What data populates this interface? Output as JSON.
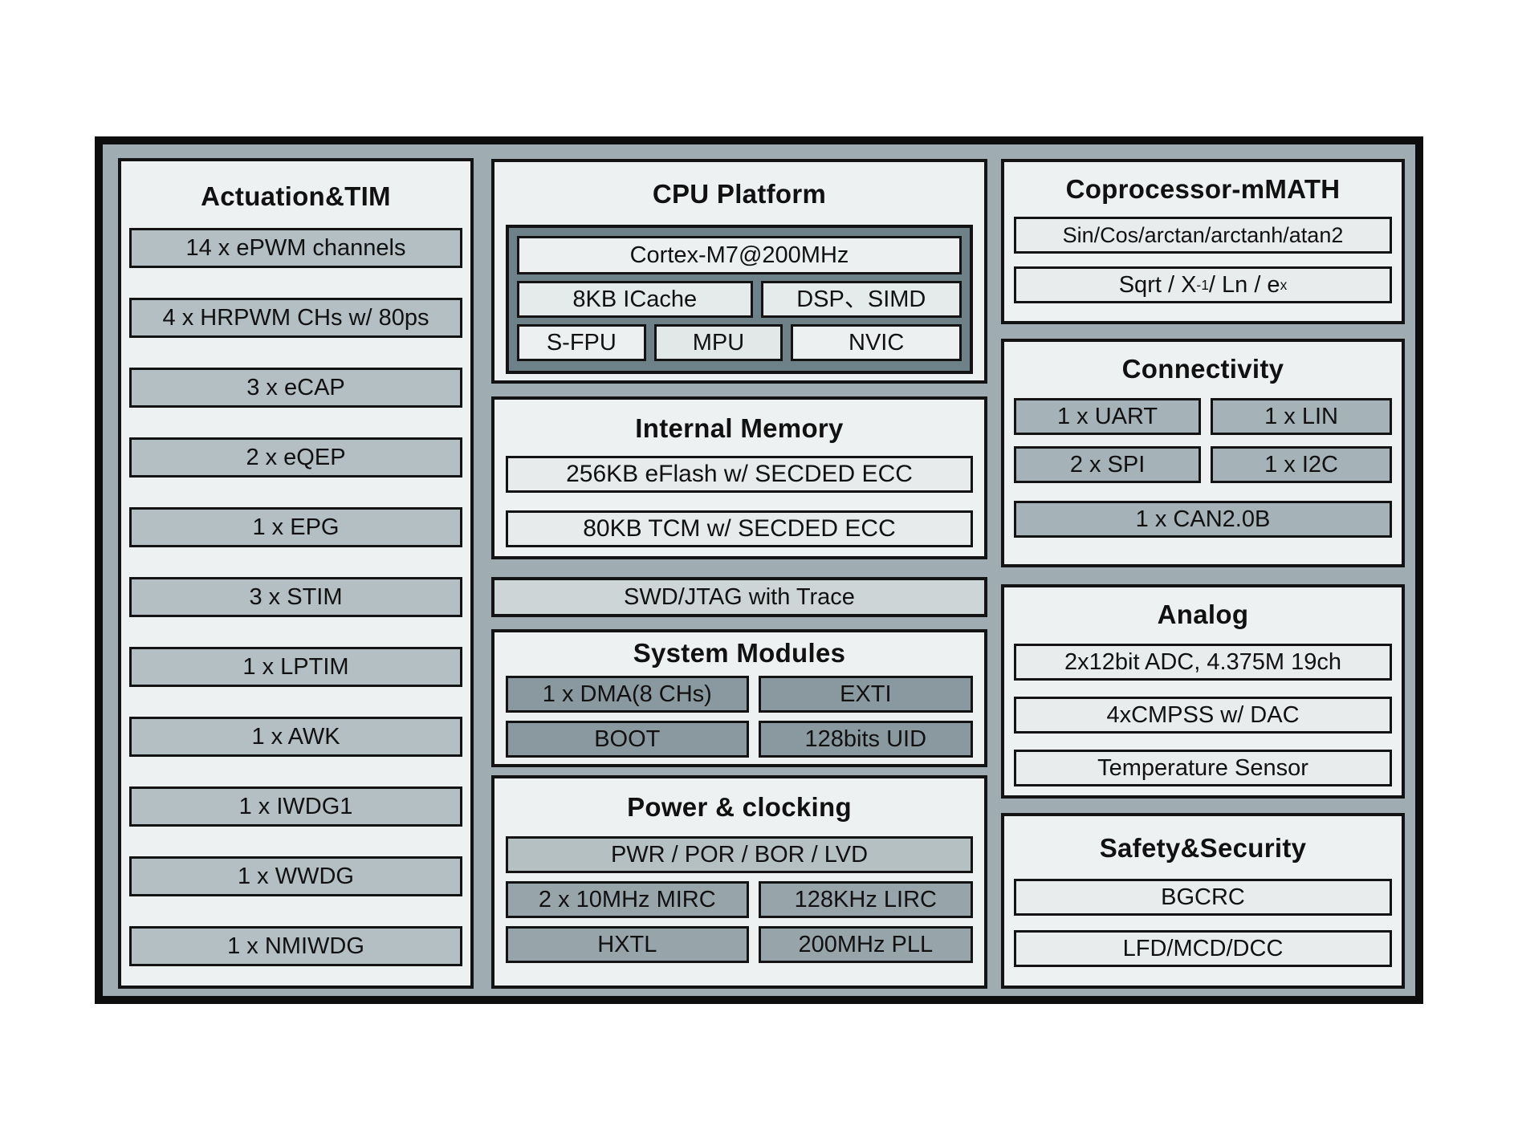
{
  "colors": {
    "page_bg": "#ffffff",
    "outer_fill": "#9fadb2",
    "outer_border": "#0d0d0d",
    "panel_bg": "#eef1f2",
    "box_border": "#131313",
    "left_row_fill": "#b3bfc3",
    "cpu_frame_fill": "#6e8088",
    "cpu_box_light": "#edf0f1",
    "cpu_box_mid": "#e5eaeb",
    "memory_row_fill": "#e7ebec",
    "swd_bar_fill": "#ced5d7",
    "system_cell_fill": "#8a99a0",
    "power_wide_fill": "#b5c0c3",
    "power_cell_fill": "#97a5ab",
    "connectivity_cell_fill": "#a5b2b7",
    "right_row_fill": "#e9eced"
  },
  "left_panel": {
    "title": "Actuation&TIM",
    "rows": [
      "14 x ePWM channels",
      "4 x HRPWM CHs w/ 80ps",
      "3 x eCAP",
      "2 x eQEP",
      "1 x EPG",
      "3 x STIM",
      "1 x LPTIM",
      "1 x AWK",
      "1 x IWDG1",
      "1 x WWDG",
      "1 x NMIWDG"
    ]
  },
  "cpu": {
    "title": "CPU Platform",
    "core": "Cortex-M7@200MHz",
    "cache": "8KB ICache",
    "dsp": "DSP、SIMD",
    "fpu": "S-FPU",
    "mpu": "MPU",
    "nvic": "NVIC"
  },
  "memory": {
    "title": "Internal Memory",
    "rows": [
      "256KB eFlash w/ SECDED ECC",
      "80KB TCM w/ SECDED ECC"
    ]
  },
  "debug": {
    "label": "SWD/JTAG with Trace"
  },
  "system": {
    "title": "System Modules",
    "cells": [
      "1 x DMA(8 CHs)",
      "EXTI",
      "BOOT",
      "128bits UID"
    ]
  },
  "power": {
    "title": "Power & clocking",
    "wide": "PWR / POR / BOR / LVD",
    "cells": [
      "2 x 10MHz MIRC",
      "128KHz LIRC",
      "HXTL",
      "200MHz PLL"
    ]
  },
  "coprocessor": {
    "title": "Coprocessor-mMATH",
    "trig": "Sin/Cos/arctan/arctanh/atan2",
    "sqrt": {
      "base1": "Sqrt / X",
      "sup1": "-1",
      "base2": " / Ln / e",
      "sup2": "x"
    }
  },
  "connectivity": {
    "title": "Connectivity",
    "cells": [
      "1 x UART",
      "1 x LIN",
      "2 x SPI",
      "1 x I2C"
    ],
    "wide": "1 x CAN2.0B"
  },
  "analog": {
    "title": "Analog",
    "rows": [
      "2x12bit ADC, 4.375M 19ch",
      "4xCMPSS w/ DAC",
      "Temperature Sensor"
    ]
  },
  "safety": {
    "title": "Safety&Security",
    "rows": [
      "BGCRC",
      "LFD/MCD/DCC"
    ]
  }
}
